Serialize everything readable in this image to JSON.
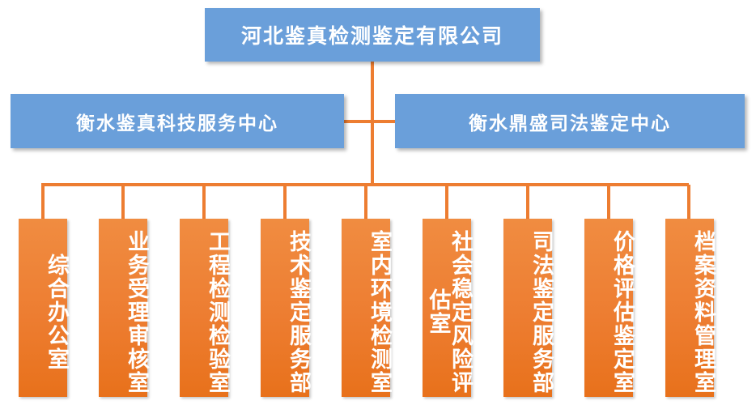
{
  "chart_data": {
    "type": "diagram",
    "diagram_type": "organization-chart",
    "title": "河北鉴真检测鉴定有限公司组织机构图",
    "orientation": "top-down",
    "levels": 3,
    "colors": {
      "level1_fill": "#6A9FDA",
      "level2_fill": "#6A9FDA",
      "level3_fill": "#ED7D31",
      "connector": "#ED7D31",
      "text": "#FFFFFF",
      "background": "#FFFFFF"
    },
    "nodes": [
      {
        "id": "root",
        "level": 1,
        "label": "河北鉴真检测鉴定有限公司",
        "shape": "rectangle",
        "fill": "#6A9FDA",
        "text_direction": "horizontal"
      },
      {
        "id": "l2-left",
        "level": 2,
        "label": "衡水鉴真科技服务中心",
        "shape": "rectangle",
        "fill": "#6A9FDA",
        "text_direction": "horizontal",
        "parent": "root"
      },
      {
        "id": "l2-right",
        "level": 2,
        "label": "衡水鼎盛司法鉴定中心",
        "shape": "rectangle",
        "fill": "#6A9FDA",
        "text_direction": "horizontal",
        "parent": "root"
      },
      {
        "id": "leaf-0",
        "level": 3,
        "label": "综合办公室",
        "shape": "rectangle",
        "fill": "#ED7D31",
        "text_direction": "vertical",
        "parent": "root"
      },
      {
        "id": "leaf-1",
        "level": 3,
        "label": "业务受理审核室",
        "shape": "rectangle",
        "fill": "#ED7D31",
        "text_direction": "vertical",
        "parent": "root"
      },
      {
        "id": "leaf-2",
        "level": 3,
        "label": "工程检测检验室",
        "shape": "rectangle",
        "fill": "#ED7D31",
        "text_direction": "vertical",
        "parent": "root"
      },
      {
        "id": "leaf-3",
        "level": 3,
        "label": "技术鉴定服务部",
        "shape": "rectangle",
        "fill": "#ED7D31",
        "text_direction": "vertical",
        "parent": "root"
      },
      {
        "id": "leaf-4",
        "level": 3,
        "label": "室内环境检测室",
        "shape": "rectangle",
        "fill": "#ED7D31",
        "text_direction": "vertical",
        "parent": "root"
      },
      {
        "id": "leaf-5",
        "level": 3,
        "label": "社会稳定风险评估室",
        "shape": "rectangle",
        "fill": "#ED7D31",
        "text_direction": "vertical",
        "parent": "root"
      },
      {
        "id": "leaf-6",
        "level": 3,
        "label": "司法鉴定服务部",
        "shape": "rectangle",
        "fill": "#ED7D31",
        "text_direction": "vertical",
        "parent": "root"
      },
      {
        "id": "leaf-7",
        "level": 3,
        "label": "价格评估鉴定室",
        "shape": "rectangle",
        "fill": "#ED7D31",
        "text_direction": "vertical",
        "parent": "root"
      },
      {
        "id": "leaf-8",
        "level": 3,
        "label": "档案资料管理室",
        "shape": "rectangle",
        "fill": "#ED7D31",
        "text_direction": "vertical",
        "parent": "root"
      }
    ]
  },
  "root": {
    "label": "河北鉴真检测鉴定有限公司"
  },
  "level2": [
    {
      "label": "衡水鉴真科技服务中心"
    },
    {
      "label": "衡水鼎盛司法鉴定中心"
    }
  ],
  "departments": [
    {
      "label": "综合办公室"
    },
    {
      "label": "业务受理审核室"
    },
    {
      "label": "工程检测检验室"
    },
    {
      "label": "技术鉴定服务部"
    },
    {
      "label": "室内环境检测室"
    },
    {
      "label": "社会稳定风险评估室"
    },
    {
      "label": "司法鉴定服务部"
    },
    {
      "label": "价格评估鉴定室"
    },
    {
      "label": "档案资料管理室"
    }
  ]
}
